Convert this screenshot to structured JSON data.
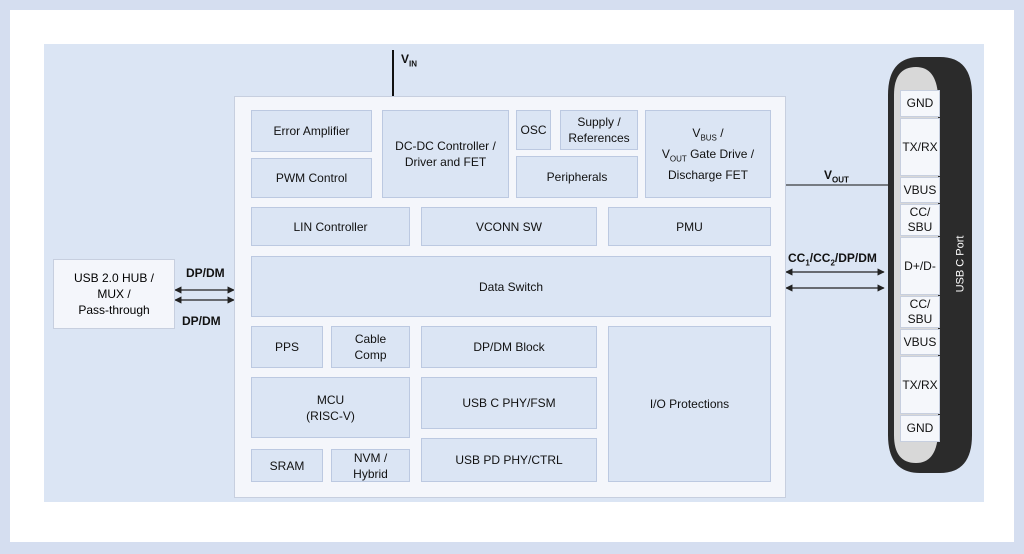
{
  "blocks": {
    "error_amplifier": "Error Amplifier",
    "pwm_control": "PWM Control",
    "dcdc_controller": "DC-DC Controller /\nDriver and FET",
    "osc": "OSC",
    "supply_references": "Supply /\nReferences",
    "peripherals": "Peripherals",
    "gate_drive_line1": "V",
    "gate_drive_line1_sub": "BUS",
    "gate_drive_line1_rest": " /",
    "gate_drive_line2": "V",
    "gate_drive_line2_sub": "OUT",
    "gate_drive_line2_rest": " Gate Drive /",
    "gate_drive_line3": "Discharge FET",
    "lin_controller": "LIN Controller",
    "vconn_sw": "VCONN SW",
    "pmu": "PMU",
    "data_switch": "Data Switch",
    "pps": "PPS",
    "cable_comp": "Cable\nComp",
    "dpdm_block": "DP/DM Block",
    "io_protections": "I/O Protections",
    "mcu": "MCU\n(RISC-V)",
    "usbc_phy_fsm": "USB C PHY/FSM",
    "sram": "SRAM",
    "nvm_hybrid": "NVM /\nHybrid",
    "usbpd_phy_ctrl": "USB PD PHY/CTRL"
  },
  "external": {
    "hub": "USB 2.0 HUB /\nMUX /\nPass-through"
  },
  "labels": {
    "vin_main": "V",
    "vin_sub": "IN",
    "vout_main": "V",
    "vout_sub": "OUT",
    "dpdm_top": "DP/DM",
    "dpdm_bottom": "DP/DM",
    "cc_a": "CC",
    "cc_a_sub": "1",
    "cc_b": "/CC",
    "cc_b_sub": "2",
    "cc_rest": "/DP/DM"
  },
  "port": {
    "title": "USB C Port",
    "pins": [
      "GND",
      "TX/RX",
      "VBUS",
      "CC/\nSBU",
      "D+/D-",
      "CC/\nSBU",
      "VBUS",
      "TX/RX",
      "GND"
    ]
  },
  "colors": {
    "block_fill": "#dbe5f4",
    "chip_fill": "#f4f6fb",
    "port_body": "#2b2b2b"
  }
}
